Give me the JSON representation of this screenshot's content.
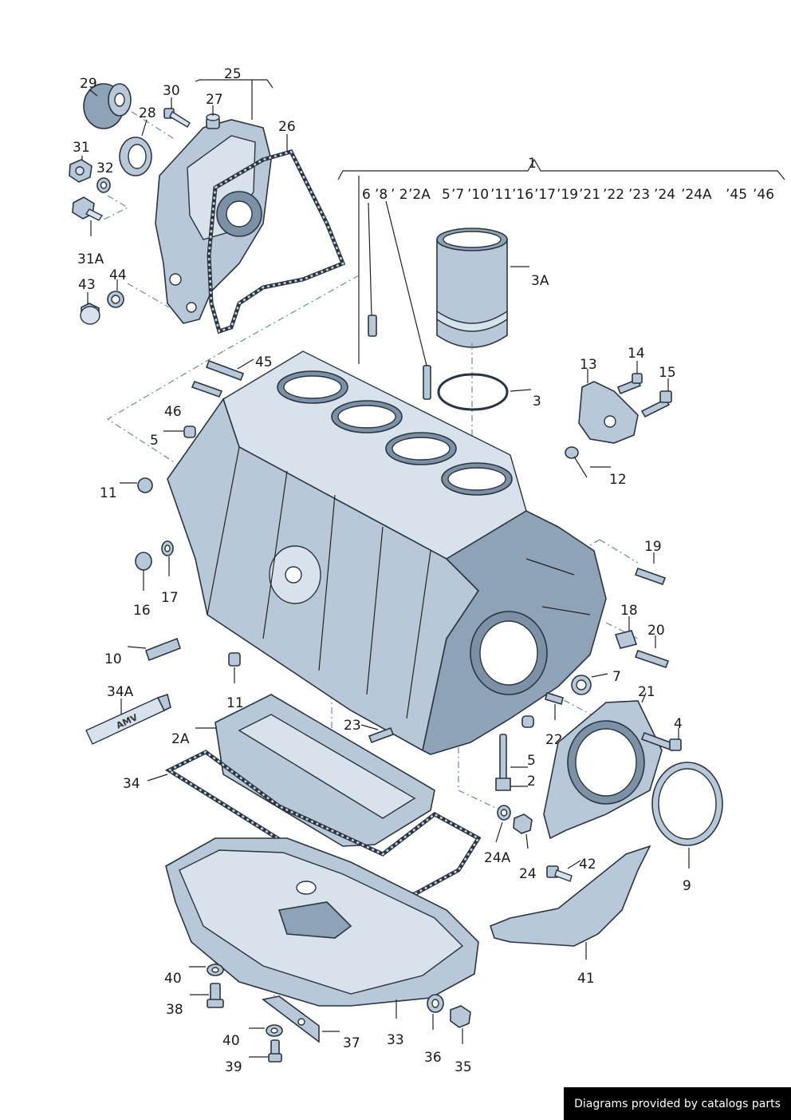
{
  "labels": {
    "l1": "1",
    "l2": "2",
    "l2A": "2A",
    "l3": "3",
    "l3A": "3A",
    "l4": "4",
    "l5a": "5",
    "l5b": "5",
    "l7": "7",
    "l9": "9",
    "l10": "10",
    "l11a": "11",
    "l11b": "11",
    "l12": "12",
    "l13": "13",
    "l14": "14",
    "l15": "15",
    "l16": "16",
    "l17": "17",
    "l18": "18",
    "l19": "19",
    "l20": "20",
    "l21": "21",
    "l22": "22",
    "l23": "23",
    "l24": "24",
    "l24A": "24A",
    "l25": "25",
    "l26": "26",
    "l27": "27",
    "l28": "28",
    "l29": "29",
    "l30": "30",
    "l31": "31",
    "l31A": "31A",
    "l32": "32",
    "l33": "33",
    "l34": "34",
    "l34A": "34A",
    "l35": "35",
    "l36": "36",
    "l37": "37",
    "l38": "38",
    "l39": "39",
    "l40a": "40",
    "l40b": "40",
    "l41": "41",
    "l42": "42",
    "l43": "43",
    "l44": "44",
    "l45": "45",
    "l46": "46"
  },
  "header_items": [
    "6",
    "’8",
    "’ 2",
    "’2A",
    "5",
    "’7",
    "’10",
    "’11",
    "’16",
    "’17",
    "’19",
    "’21",
    "’22",
    "’23",
    "’24",
    "’24A",
    "’45",
    "’46"
  ],
  "sealant_tube_text": "AMV",
  "footer": "Diagrams provided by catalogs parts",
  "colors": {
    "part": "#b9c8d9",
    "outline": "#2a3540",
    "leader": "#222222",
    "dashed": "#6a8aa8"
  }
}
